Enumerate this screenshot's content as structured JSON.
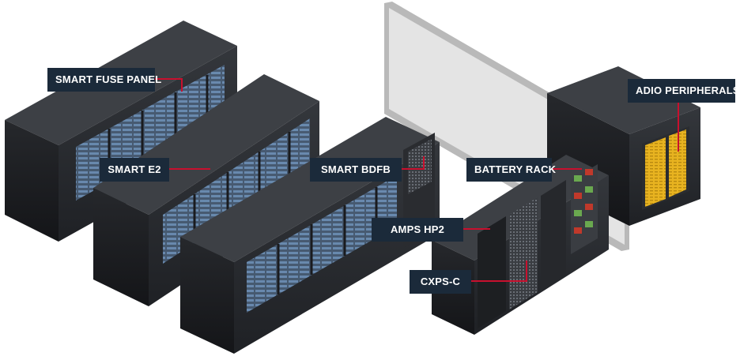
{
  "labels": {
    "smart_fuse_panel": "SMART FUSE PANEL",
    "smart_e2": "SMART E2",
    "smart_bdfb": "SMART BDFB",
    "battery_rack": "BATTERY RACK",
    "amps_hp2": "AMPS HP2",
    "cxps_c": "CXPS-C",
    "adio_peripherals": "ADIO PERIPHERALS"
  },
  "colors": {
    "callout_bg": "#1b2a3a",
    "callout_text": "#ffffff",
    "leader_line": "#c8102e",
    "rack_dark": "#2b2d31",
    "rack_top": "#3d4045",
    "server_blue": "#5a7fa8",
    "battery_green": "#6aa84f",
    "battery_red": "#c0392b",
    "peripheral_yellow": "#f2c230",
    "glass_wall": "#d9d9d9"
  }
}
